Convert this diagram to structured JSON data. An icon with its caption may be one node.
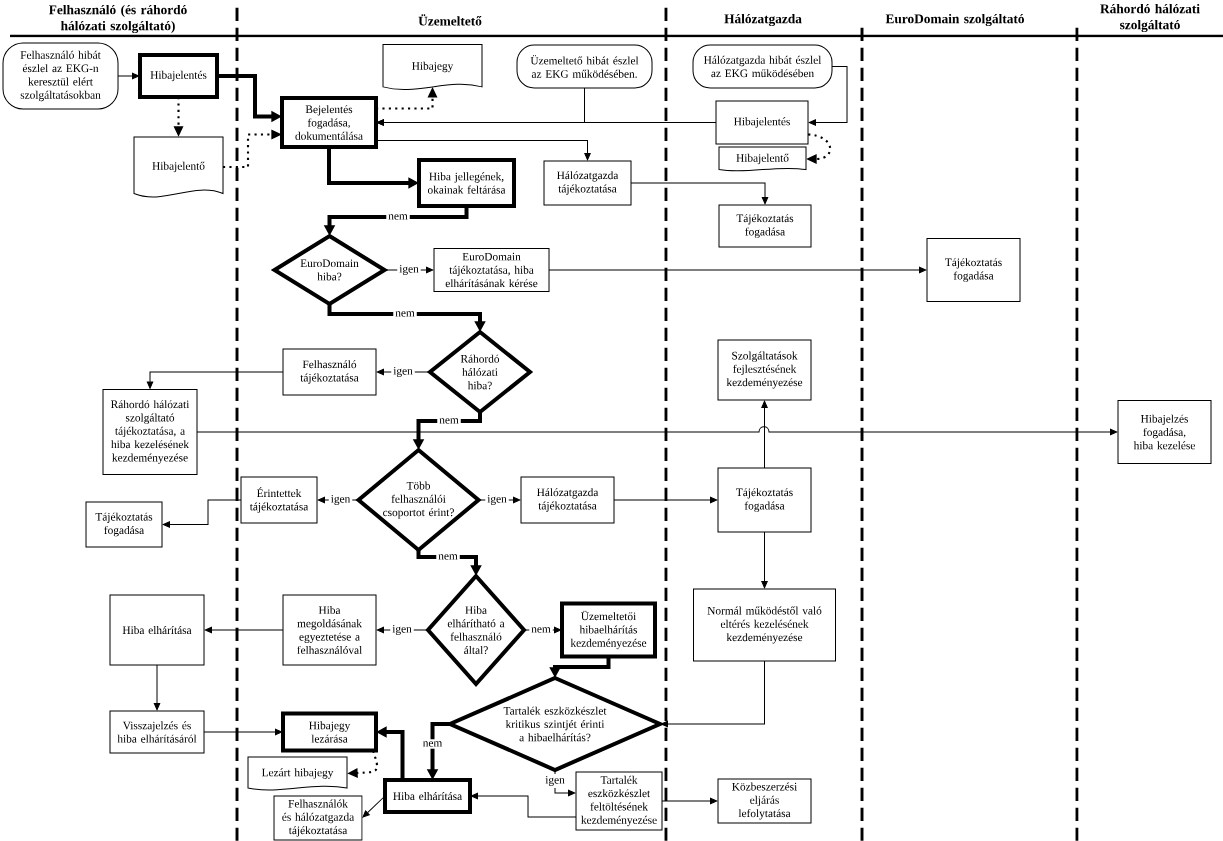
{
  "diagram": {
    "nodes": [
      {
        "text": [
          "Felhasználó hibát észlel az EKG-n keresztül elért szolgáltatásokban"
        ]
      },
      {
        "text": [
          "Hibajelentés"
        ]
      },
      {
        "text": [
          "Hibajelentő"
        ]
      },
      {
        "text": [
          "Hibajegy"
        ]
      },
      {
        "text": [
          "Bejelentés fogadása, dokumentálása"
        ]
      },
      {
        "text": [
          "Üzemeltető hibát észlel az EKG működésében."
        ]
      },
      {
        "text": [
          "Hálózatgazda hibát észlel az EKG működésében"
        ]
      },
      {
        "text": [
          "Hibajelentés"
        ]
      },
      {
        "text": [
          "Hibajelentő"
        ]
      },
      {
        "text": [
          "Hiba jellegének, okainak feltárása"
        ]
      },
      {
        "text": [
          "Hálózatgazda tájékoztatása"
        ]
      },
      {
        "text": [
          "Tájékoztatás fogadása"
        ]
      },
      {
        "text": [
          "EuroDomain hiba?"
        ]
      },
      {
        "text": [
          "EuroDomain tájékoztatása, hiba elhárításának kérése"
        ]
      },
      {
        "text": [
          "Tájékoztatás fogadása"
        ]
      },
      {
        "text": [
          "Ráhordó hálózati hiba?"
        ]
      },
      {
        "text": [
          "Felhasználó tájékoztatása"
        ]
      },
      {
        "text": [
          "Szolgáltatások fejlesztésének kezdeményezése"
        ]
      },
      {
        "text": [
          "Ráhordó hálózati szolgáltató tájékoztatása, a hiba kezelésének kezdeményezése"
        ]
      },
      {
        "text": [
          "Hibajelzés fogadása, hiba kezelése"
        ]
      },
      {
        "text": [
          "Több felhasználói csoportot érint?"
        ]
      },
      {
        "text": [
          "Érintettek tájékoztatása"
        ]
      },
      {
        "text": [
          "Hálózatgazda tájékoztatása"
        ]
      },
      {
        "text": [
          "Tájékoztatás fogadása"
        ]
      },
      {
        "text": [
          "Tájékoztatás fogadása"
        ]
      },
      {
        "text": [
          "Hiba elhárítható a felhasználó által?"
        ]
      },
      {
        "text": [
          "Hiba megoldásának egyeztetése a felhasználóval"
        ]
      },
      {
        "text": [
          "Hiba elhárítása"
        ]
      },
      {
        "text": [
          "Üzemeltetői hibaelhárítás kezdeményezése"
        ]
      },
      {
        "text": [
          "Normál működéstől való eltérés kezelésének kezdeményezése"
        ]
      },
      {
        "text": [
          "Tartalék eszközkészlet kritikus szintjét érinti a hibaelhárítás?"
        ]
      },
      {
        "text": [
          "Hibajegy lezárása"
        ]
      },
      {
        "text": [
          "Visszajelzés és hiba elhárításáról"
        ]
      },
      {
        "text": [
          "Lezárt hibajegy"
        ]
      },
      {
        "text": [
          "Hiba elhárítása"
        ]
      },
      {
        "text": [
          "Felhasználók és hálózatgazda tájékoztatása"
        ]
      },
      {
        "text": [
          "Tartalék eszközkészlet feltöltésének kezdeményezése"
        ]
      },
      {
        "text": [
          "Közbeszerzési eljárás lefolytatása"
        ]
      }
    ],
    "edges": [
      {
        "from": 0,
        "to": 1,
        "arrow": "to"
      },
      {
        "from": 1,
        "to": 2,
        "arrow": "to",
        "style": "dashed"
      },
      {
        "from": 1,
        "to": 4,
        "arrow": "to",
        "style": "thick"
      },
      {
        "from": 2,
        "to": 4,
        "arrow": "to",
        "style": "dashed"
      },
      {
        "from": 4,
        "to": 3,
        "arrow": "to",
        "style": "dashed"
      },
      {
        "from": 5,
        "to": 4,
        "arrow": "to"
      },
      {
        "from": 7,
        "to": 4,
        "arrow": "to"
      },
      {
        "from": 6,
        "to": 7,
        "arrow": "to"
      },
      {
        "from": 7,
        "to": 8,
        "arrow": "to",
        "style": "dashed"
      },
      {
        "from": 4,
        "to": 9,
        "arrow": "to",
        "style": "thick"
      },
      {
        "from": 4,
        "to": 10,
        "arrow": "to"
      },
      {
        "from": 10,
        "to": 11,
        "arrow": "to"
      },
      {
        "from": 9,
        "to": 12,
        "arrow": "to",
        "style": "thick",
        "label": "nem"
      },
      {
        "from": 12,
        "to": 13,
        "arrow": "to",
        "label": "igen"
      },
      {
        "from": 13,
        "to": 14,
        "arrow": "to"
      },
      {
        "from": 12,
        "to": 15,
        "arrow": "to",
        "style": "thick",
        "label": "nem"
      },
      {
        "from": 15,
        "to": 16,
        "arrow": "to",
        "label": "igen"
      },
      {
        "from": 16,
        "to": 18,
        "arrow": "to"
      },
      {
        "from": 15,
        "to": 20,
        "arrow": "to",
        "style": "thick",
        "label": "nem"
      },
      {
        "from": 18,
        "to": 19,
        "arrow": "to"
      },
      {
        "from": 20,
        "to": 21,
        "arrow": "to",
        "label": "igen"
      },
      {
        "from": 20,
        "to": 22,
        "arrow": "to",
        "label": "igen"
      },
      {
        "from": 21,
        "to": 24,
        "arrow": "to"
      },
      {
        "from": 22,
        "to": 23,
        "arrow": "to"
      },
      {
        "from": 23,
        "to": 17,
        "arrow": "to"
      },
      {
        "from": 23,
        "to": 29,
        "arrow": "to"
      },
      {
        "from": 20,
        "to": 25,
        "arrow": "to",
        "style": "thick",
        "label": "nem"
      },
      {
        "from": 25,
        "to": 26,
        "arrow": "to",
        "label": "igen"
      },
      {
        "from": 25,
        "to": 28,
        "arrow": "to",
        "label": "nem"
      },
      {
        "from": 26,
        "to": 27,
        "arrow": "to"
      },
      {
        "from": 27,
        "to": 32,
        "arrow": "to"
      },
      {
        "from": 32,
        "to": 31,
        "arrow": "to"
      },
      {
        "from": 28,
        "to": 30,
        "arrow": "to",
        "style": "thick"
      },
      {
        "from": 29,
        "to": 30,
        "arrow": "to"
      },
      {
        "from": 30,
        "to": 34,
        "arrow": "to",
        "style": "thick",
        "label": "nem"
      },
      {
        "from": 34,
        "to": 31,
        "arrow": "to",
        "style": "thick"
      },
      {
        "from": 31,
        "to": 33,
        "arrow": "to",
        "style": "dashed"
      },
      {
        "from": 34,
        "to": 35,
        "arrow": "to"
      },
      {
        "from": 30,
        "to": 36,
        "arrow": "to",
        "label": "igen"
      },
      {
        "from": 36,
        "to": 34,
        "arrow": "to"
      },
      {
        "from": 36,
        "to": 37,
        "arrow": "to"
      }
    ],
    "labels": [
      "Felhasználó (és ráhordó hálózati szolgáltató)",
      "Üzemeltető",
      "Hálózatgazda",
      "EuroDomain szolgáltató",
      "Ráhordó hálózati szolgáltató"
    ]
  }
}
